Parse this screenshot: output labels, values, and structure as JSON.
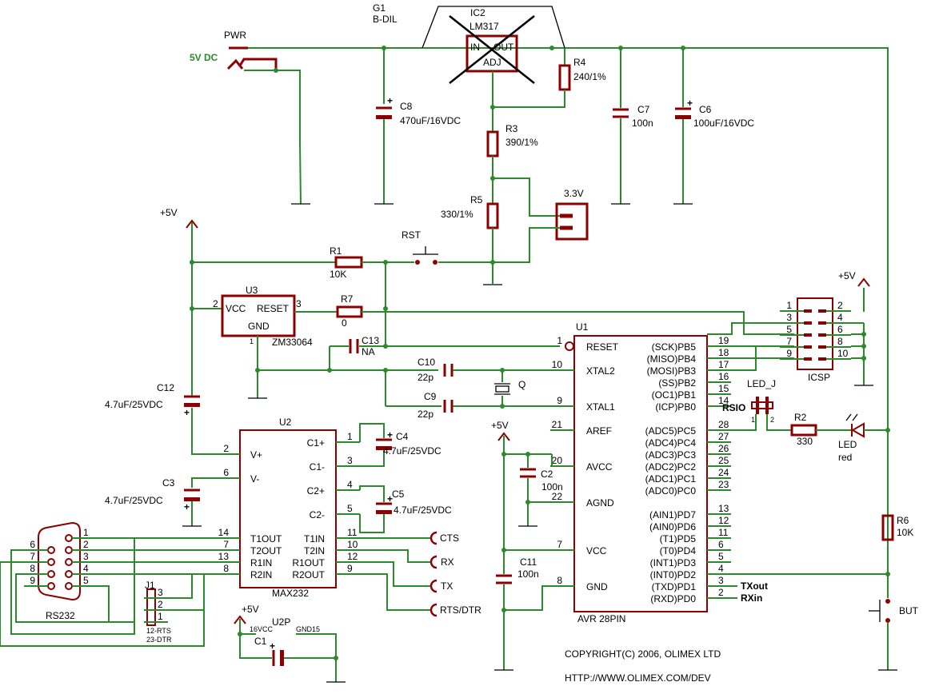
{
  "power": {
    "pwr": "PWR",
    "dc": "5V DC",
    "g1": "G1",
    "g1v": "B-DIL",
    "ic2": "IC2",
    "ic2v": "LM317",
    "in": "IN",
    "out": "OUT",
    "adj": "ADJ",
    "v33": "3.3V",
    "rst": "RST"
  },
  "parts": {
    "r1": "R1",
    "r1v": "10K",
    "r2": "R2",
    "r2v": "330",
    "r3": "R3",
    "r3v": "390/1%",
    "r4": "R4",
    "r4v": "240/1%",
    "r5": "R5",
    "r5v": "330/1%",
    "r6": "R6",
    "r6v": "10K",
    "r7": "R7",
    "r7v": "0",
    "c1": "C1",
    "c2": "C2",
    "c2v": "100n",
    "c3": "C3",
    "c3v": "4.7uF/25VDC",
    "c4": "C4",
    "c4v": "4.7uF/25VDC",
    "c5": "C5",
    "c5v": "4.7uF/25VDC",
    "c6": "C6",
    "c6v": "100uF/16VDC",
    "c7": "C7",
    "c7v": "100n",
    "c8": "C8",
    "c8v": "470uF/16VDC",
    "c9": "C9",
    "c9v": "22p",
    "c10": "C10",
    "c10v": "22p",
    "c11": "C11",
    "c11v": "100n",
    "c12": "C12",
    "c12v": "4.7uF/25VDC",
    "c13": "C13",
    "c13v": "NA",
    "q": "Q",
    "led": "LED",
    "ledv": "red",
    "ledj": "LED_J",
    "but": "BUT",
    "icsp": "ICSP",
    "p5v": "+5V",
    "j1": "J1",
    "j1a": "12-RTS",
    "j1b": "23-DTR",
    "rs232": "RS232"
  },
  "u3": {
    "name": "U3",
    "part": "ZM33064",
    "vcc": "VCC",
    "reset": "RESET",
    "gnd": "GND",
    "p2": "2",
    "p3": "3",
    "p1": "1"
  },
  "u2": {
    "name": "U2",
    "part": "MAX232",
    "left": [
      [
        "2",
        "V+"
      ],
      [
        "6",
        "V-"
      ],
      [
        "14",
        "T1OUT"
      ],
      [
        "7",
        "T2OUT"
      ],
      [
        "13",
        "R1IN"
      ],
      [
        "8",
        "R2IN"
      ]
    ],
    "right": [
      [
        "1",
        "C1+"
      ],
      [
        "3",
        "C1-"
      ],
      [
        "4",
        "C2+"
      ],
      [
        "5",
        "C2-"
      ],
      [
        "11",
        "T1IN"
      ],
      [
        "10",
        "T2IN"
      ],
      [
        "12",
        "R1OUT"
      ],
      [
        "9",
        "R2OUT"
      ]
    ]
  },
  "u2p": {
    "name": "U2P",
    "vcc": "16VCC",
    "gnd": "GND15"
  },
  "u1": {
    "name": "U1",
    "part": "AVR 28PIN",
    "left": [
      [
        "1",
        "RESET"
      ],
      [
        "10",
        "XTAL2"
      ],
      [
        "9",
        "XTAL1"
      ],
      [
        "21",
        "AREF"
      ],
      [
        "20",
        "AVCC"
      ],
      [
        "22",
        "AGND"
      ],
      [
        "7",
        "VCC"
      ],
      [
        "8",
        "GND"
      ]
    ],
    "right": [
      [
        "19",
        "(SCK)PB5"
      ],
      [
        "18",
        "(MISO)PB4"
      ],
      [
        "17",
        "(MOSI)PB3"
      ],
      [
        "16",
        "(SS)PB2"
      ],
      [
        "15",
        "(OC1)PB1"
      ],
      [
        "14",
        "(ICP)PB0"
      ],
      [
        "28",
        "(ADC5)PC5"
      ],
      [
        "27",
        "(ADC4)PC4"
      ],
      [
        "26",
        "(ADC3)PC3"
      ],
      [
        "25",
        "(ADC2)PC2"
      ],
      [
        "24",
        "(ADC1)PC1"
      ],
      [
        "23",
        "(ADC0)PC0"
      ],
      [
        "13",
        "(AIN1)PD7"
      ],
      [
        "12",
        "(AIN0)PD6"
      ],
      [
        "11",
        "(T1)PD5"
      ],
      [
        "6",
        "(T0)PD4"
      ],
      [
        "5",
        "(INT1)PD3"
      ],
      [
        "4",
        "(INT0)PD2"
      ],
      [
        "3",
        "(TXD)PD1"
      ],
      [
        "2",
        "(RXD)PD0"
      ]
    ]
  },
  "icsp_pins": [
    "1",
    "2",
    "3",
    "4",
    "5",
    "6",
    "7",
    "8",
    "9",
    "10"
  ],
  "db9_pins": [
    "6",
    "7",
    "8",
    "9",
    "1",
    "2",
    "3",
    "4",
    "5"
  ],
  "signals": {
    "cts": "CTS",
    "rx": "RX",
    "tx": "TX",
    "rtsdtr": "RTS/DTR",
    "txout": "TXout",
    "rxin": "RXin",
    "rsio": "RSIO"
  },
  "j1_pins": [
    "3",
    "2",
    "1"
  ],
  "footer": {
    "copyright": "COPYRIGHT(C) 2006, OLIMEX LTD",
    "url": "HTTP://WWW.OLIMEX.COM/DEV"
  }
}
